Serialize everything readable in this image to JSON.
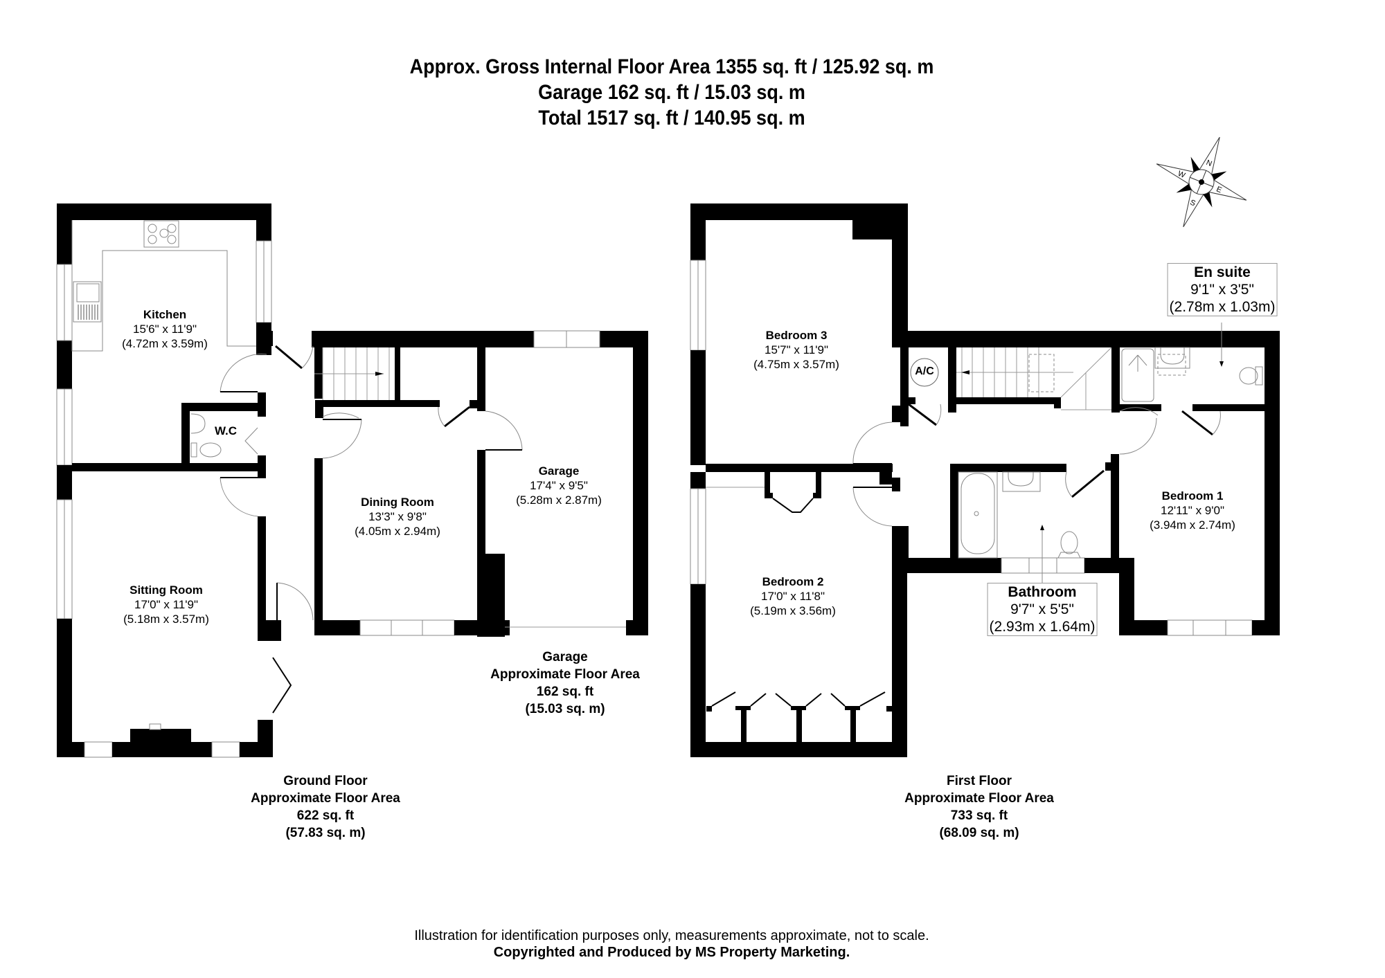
{
  "header": {
    "line1": "Approx. Gross Internal Floor Area 1355 sq. ft / 125.92 sq. m",
    "line2": "Garage 162 sq. ft / 15.03 sq. m",
    "line3": "Total 1517 sq. ft / 140.95 sq. m"
  },
  "compass": {
    "n": "N",
    "e": "E",
    "s": "S",
    "w": "W"
  },
  "ground_floor": {
    "rooms": [
      {
        "name": "Kitchen",
        "imperial": "15'6\" x 11'9\"",
        "metric": "(4.72m x 3.59m)"
      },
      {
        "name": "W.C"
      },
      {
        "name": "Sitting Room",
        "imperial": "17'0\" x 11'9\"",
        "metric": "(5.18m x 3.57m)"
      },
      {
        "name": "Dining Room",
        "imperial": "13'3\" x 9'8\"",
        "metric": "(4.05m x 2.94m)"
      },
      {
        "name": "Garage",
        "imperial": "17'4\" x 9'5\"",
        "metric": "(5.28m x 2.87m)"
      }
    ],
    "summary": {
      "title": "Ground Floor",
      "subtitle": "Approximate Floor Area",
      "sqft": "622 sq. ft",
      "sqm": "(57.83 sq. m)"
    },
    "garage_summary": {
      "title": "Garage",
      "subtitle": "Approximate Floor Area",
      "sqft": "162 sq. ft",
      "sqm": "(15.03 sq. m)"
    }
  },
  "first_floor": {
    "rooms": [
      {
        "name": "Bedroom 3",
        "imperial": "15'7\" x 11'9\"",
        "metric": "(4.75m x 3.57m)"
      },
      {
        "name": "En suite",
        "imperial": "9'1\" x 3'5\"",
        "metric": "(2.78m x 1.03m)"
      },
      {
        "name": "A/C"
      },
      {
        "name": "Bedroom 2",
        "imperial": "17'0\" x 11'8\"",
        "metric": "(5.19m x 3.56m)"
      },
      {
        "name": "Bathroom",
        "imperial": "9'7\" x 5'5\"",
        "metric": "(2.93m x 1.64m)"
      },
      {
        "name": "Bedroom 1",
        "imperial": "12'11\" x 9'0\"",
        "metric": "(3.94m x 2.74m)"
      }
    ],
    "summary": {
      "title": "First Floor",
      "subtitle": "Approximate Floor Area",
      "sqft": "733 sq. ft",
      "sqm": "(68.09 sq. m)"
    }
  },
  "footer": {
    "disclaimer": "Illustration for identification purposes only, measurements approximate, not to scale.",
    "copyright": "Copyrighted  and Produced by MS Property Marketing."
  }
}
